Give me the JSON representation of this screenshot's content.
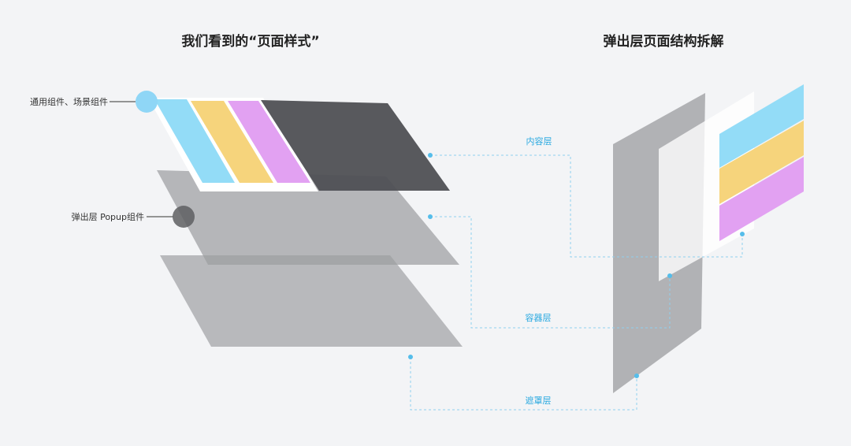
{
  "titles": {
    "left": "我们看到的“页面样式”",
    "right": "弹出层页面结构拆解"
  },
  "callouts": {
    "components": "通用组件、场景组件",
    "popup": "弹出层 Popup组件"
  },
  "layers": {
    "content": "内容层",
    "container": "容器层",
    "mask": "遮罩层"
  },
  "colors": {
    "background": "#f3f4f6",
    "blue": "#93dcf7",
    "yellow": "#f6d47c",
    "purple": "#e2a1f2",
    "dark": "#525356",
    "gray": "#a7a8ab",
    "accent": "#2aa9e0"
  }
}
